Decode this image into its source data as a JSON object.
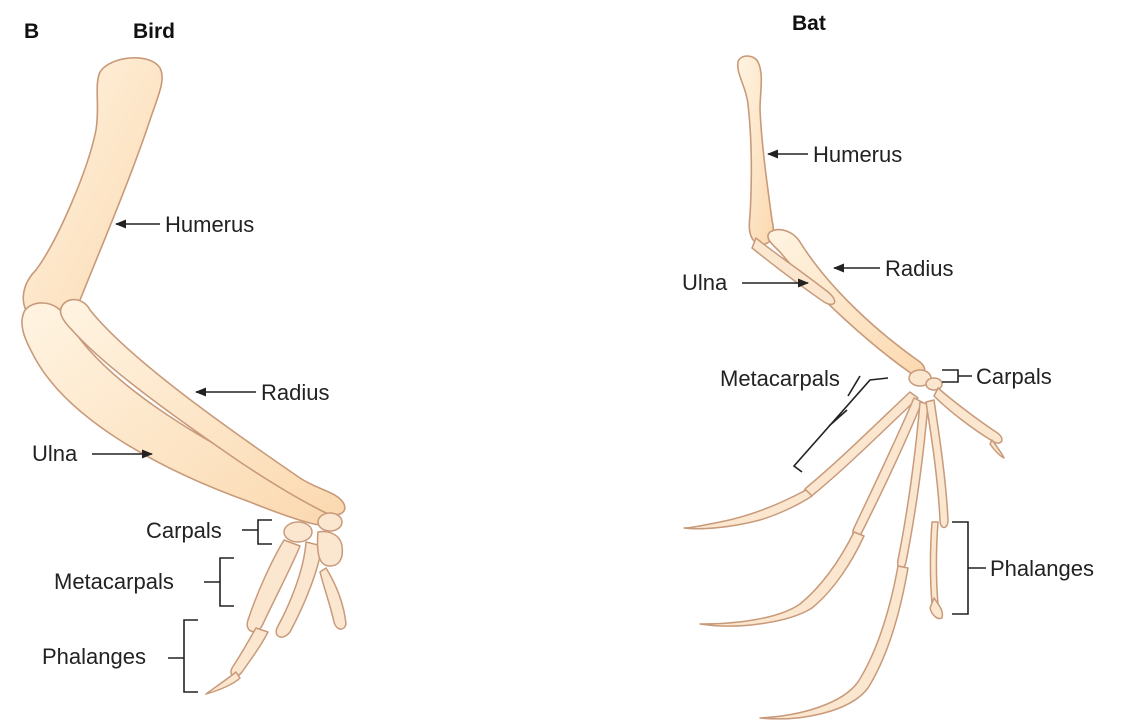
{
  "panel_letter": "B",
  "bird": {
    "title": "Bird",
    "labels": {
      "humerus": "Humerus",
      "radius": "Radius",
      "ulna": "Ulna",
      "carpals": "Carpals",
      "metacarpals": "Metacarpals",
      "phalanges": "Phalanges"
    }
  },
  "bat": {
    "title": "Bat",
    "labels": {
      "humerus": "Humerus",
      "radius": "Radius",
      "ulna": "Ulna",
      "carpals": "Carpals",
      "metacarpals": "Metacarpals",
      "phalanges": "Phalanges"
    }
  },
  "colors": {
    "bone_fill": "#fde4c4",
    "bone_outline": "#c89a7a",
    "text": "#222222"
  }
}
